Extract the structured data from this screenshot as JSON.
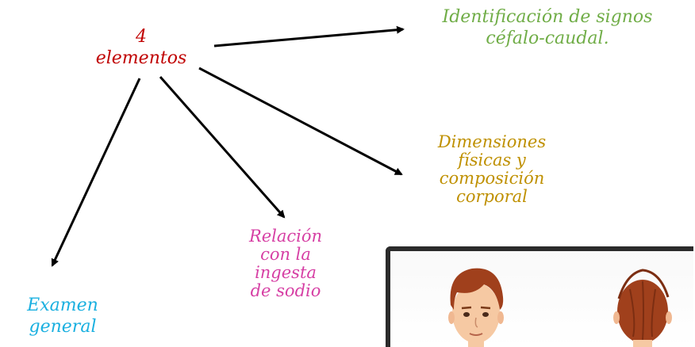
{
  "diagram": {
    "center": {
      "text": "4\nelementos",
      "color": "#c00000"
    },
    "branches": [
      {
        "id": "identificacion",
        "text": "Identificación de signos\ncéfalo-caudal.",
        "color": "#70ad47"
      },
      {
        "id": "dimensiones",
        "text": "Dimensiones\nfísicas y\ncomposición\ncorporal",
        "color": "#bf9000"
      },
      {
        "id": "relacion",
        "text": "Relación\ncon la\ningesta\nde sodio",
        "color": "#d63fa4"
      },
      {
        "id": "examen",
        "text": "Examen\ngeneral",
        "color": "#1ab0e0"
      }
    ],
    "arrow_color": "#000000"
  },
  "figure": {
    "hair_color": "#a0401c",
    "skin_color": "#f6c9a3"
  }
}
